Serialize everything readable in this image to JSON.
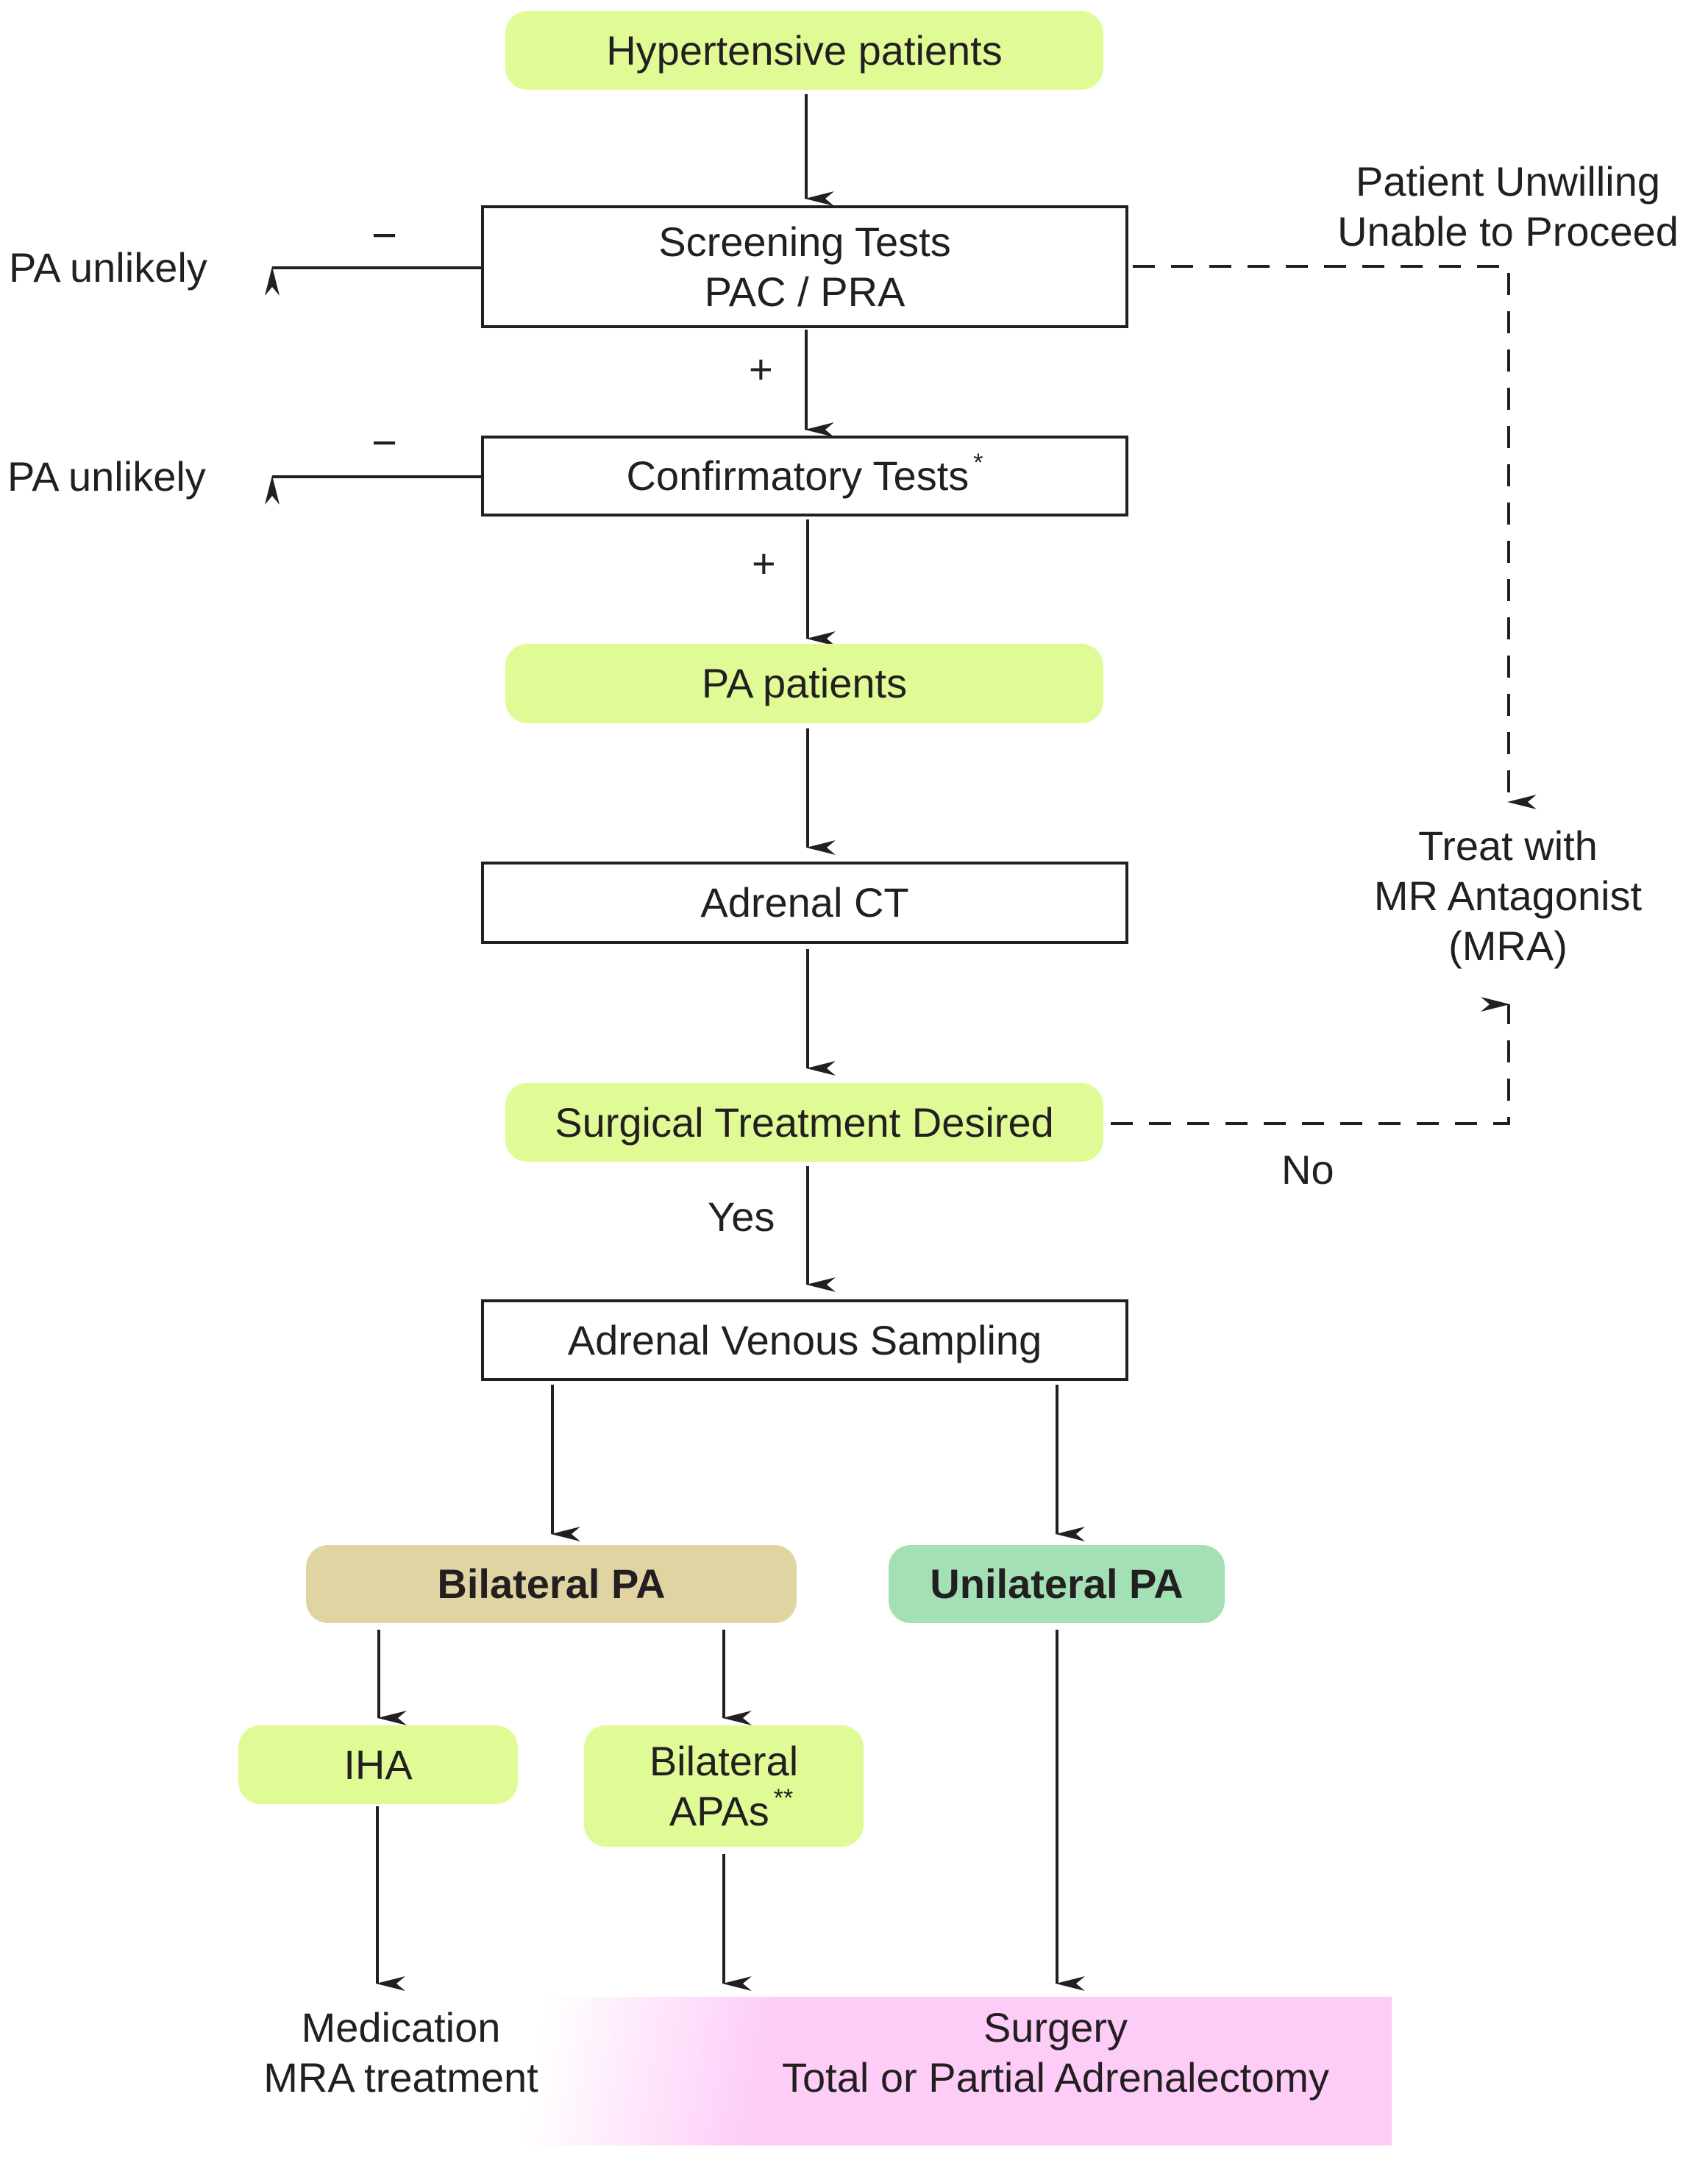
{
  "colors": {
    "start_node": "#e0fb96",
    "bilateral_pa": "#e0d4a3",
    "unilateral_pa": "#a3e0b6",
    "surgery_region": "#fdcdf8",
    "line": "#231f20"
  },
  "nodes": {
    "hypertensive": "Hypertensive patients",
    "screening": {
      "line1": "Screening Tests",
      "line2": "PAC / PRA"
    },
    "confirmatory": {
      "text": "Confirmatory Tests",
      "mark": "*"
    },
    "pa_patients": "PA patients",
    "adrenal_ct": "Adrenal CT",
    "surgical_desired": "Surgical Treatment Desired",
    "avs": "Adrenal Venous Sampling",
    "bilateral_pa": "Bilateral PA",
    "unilateral_pa": "Unilateral PA",
    "iha": "IHA",
    "bilateral_apas": {
      "line1": "Bilateral",
      "line2": "APAs",
      "mark": "**"
    },
    "medication": {
      "line1": "Medication",
      "line2": "MRA treatment"
    },
    "surgery": {
      "line1": "Surgery",
      "line2": "Total or Partial Adrenalectomy"
    },
    "treat_mra": {
      "line1": "Treat with",
      "line2": "MR Antagonist",
      "line3": "(MRA)"
    }
  },
  "labels": {
    "pa_unlikely_1": "PA unlikely",
    "pa_unlikely_2": "PA unlikely",
    "minus_1": "−",
    "minus_2": "−",
    "plus_1": "+",
    "plus_2": "+",
    "unwilling": {
      "line1": "Patient Unwilling",
      "line2": "Unable to Proceed"
    },
    "yes": "Yes",
    "no": "No"
  }
}
